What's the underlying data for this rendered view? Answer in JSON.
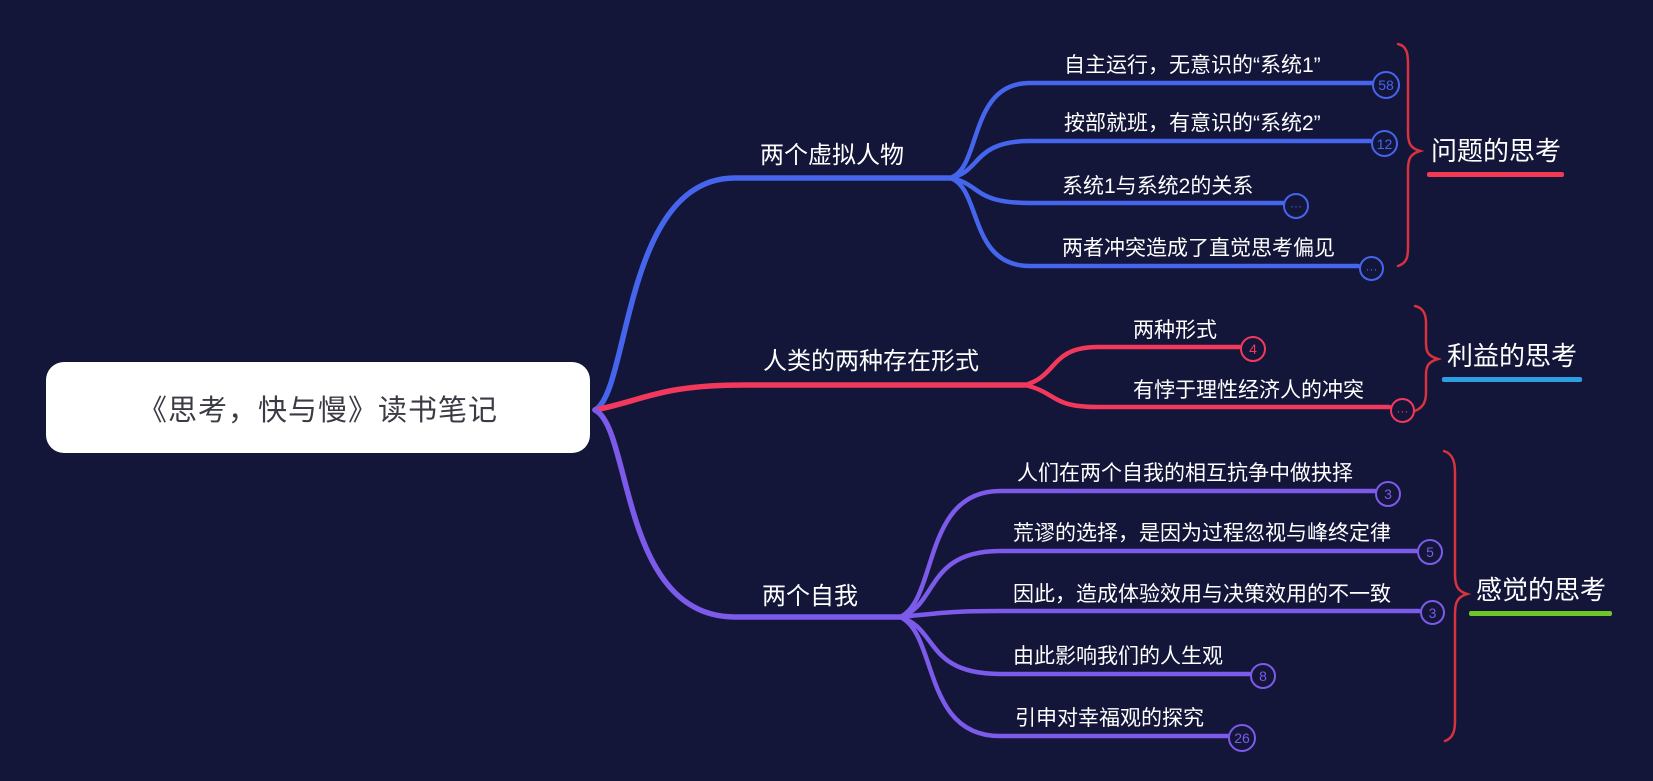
{
  "root": {
    "title": "《思考，快与慢》读书笔记"
  },
  "branches": [
    {
      "label": "两个虚拟人物",
      "color": "#4565EC",
      "children": [
        {
          "label": "自主运行，无意识的“系统1”",
          "badge": "58"
        },
        {
          "label": "按部就班，有意识的“系统2”",
          "badge": "12"
        },
        {
          "label": "系统1与系统2的关系",
          "badge": "···"
        },
        {
          "label": "两者冲突造成了直觉思考偏见",
          "badge": "···"
        }
      ],
      "summary": {
        "label": "问题的思考",
        "underline_color": "#F23A55"
      }
    },
    {
      "label": "人类的两种存在形式",
      "color": "#F2395C",
      "children": [
        {
          "label": "两种形式",
          "badge": "4"
        },
        {
          "label": "有悖于理性经济人的冲突",
          "badge": "···"
        }
      ],
      "summary": {
        "label": "利益的思考",
        "underline_color": "#2D9EE0"
      }
    },
    {
      "label": "两个自我",
      "color": "#7C5AEA",
      "children": [
        {
          "label": "人们在两个自我的相互抗争中做抉择",
          "badge": "3"
        },
        {
          "label": "荒谬的选择，是因为过程忽视与峰终定律",
          "badge": "5"
        },
        {
          "label": "因此，造成体验效用与决策效用的不一致",
          "badge": "3"
        },
        {
          "label": "由此影响我们的人生观",
          "badge": "8"
        },
        {
          "label": "引申对幸福观的探究",
          "badge": "26"
        }
      ],
      "summary": {
        "label": "感觉的思考",
        "underline_color": "#6EC628"
      }
    }
  ],
  "colors": {
    "background": "#131539",
    "branch_blue": "#4565EC",
    "branch_red": "#F2395C",
    "branch_purple": "#7C5AEA",
    "brace_red": "#D6333E",
    "root_background": "#FFFFFF",
    "root_text": "#3B3B45"
  }
}
